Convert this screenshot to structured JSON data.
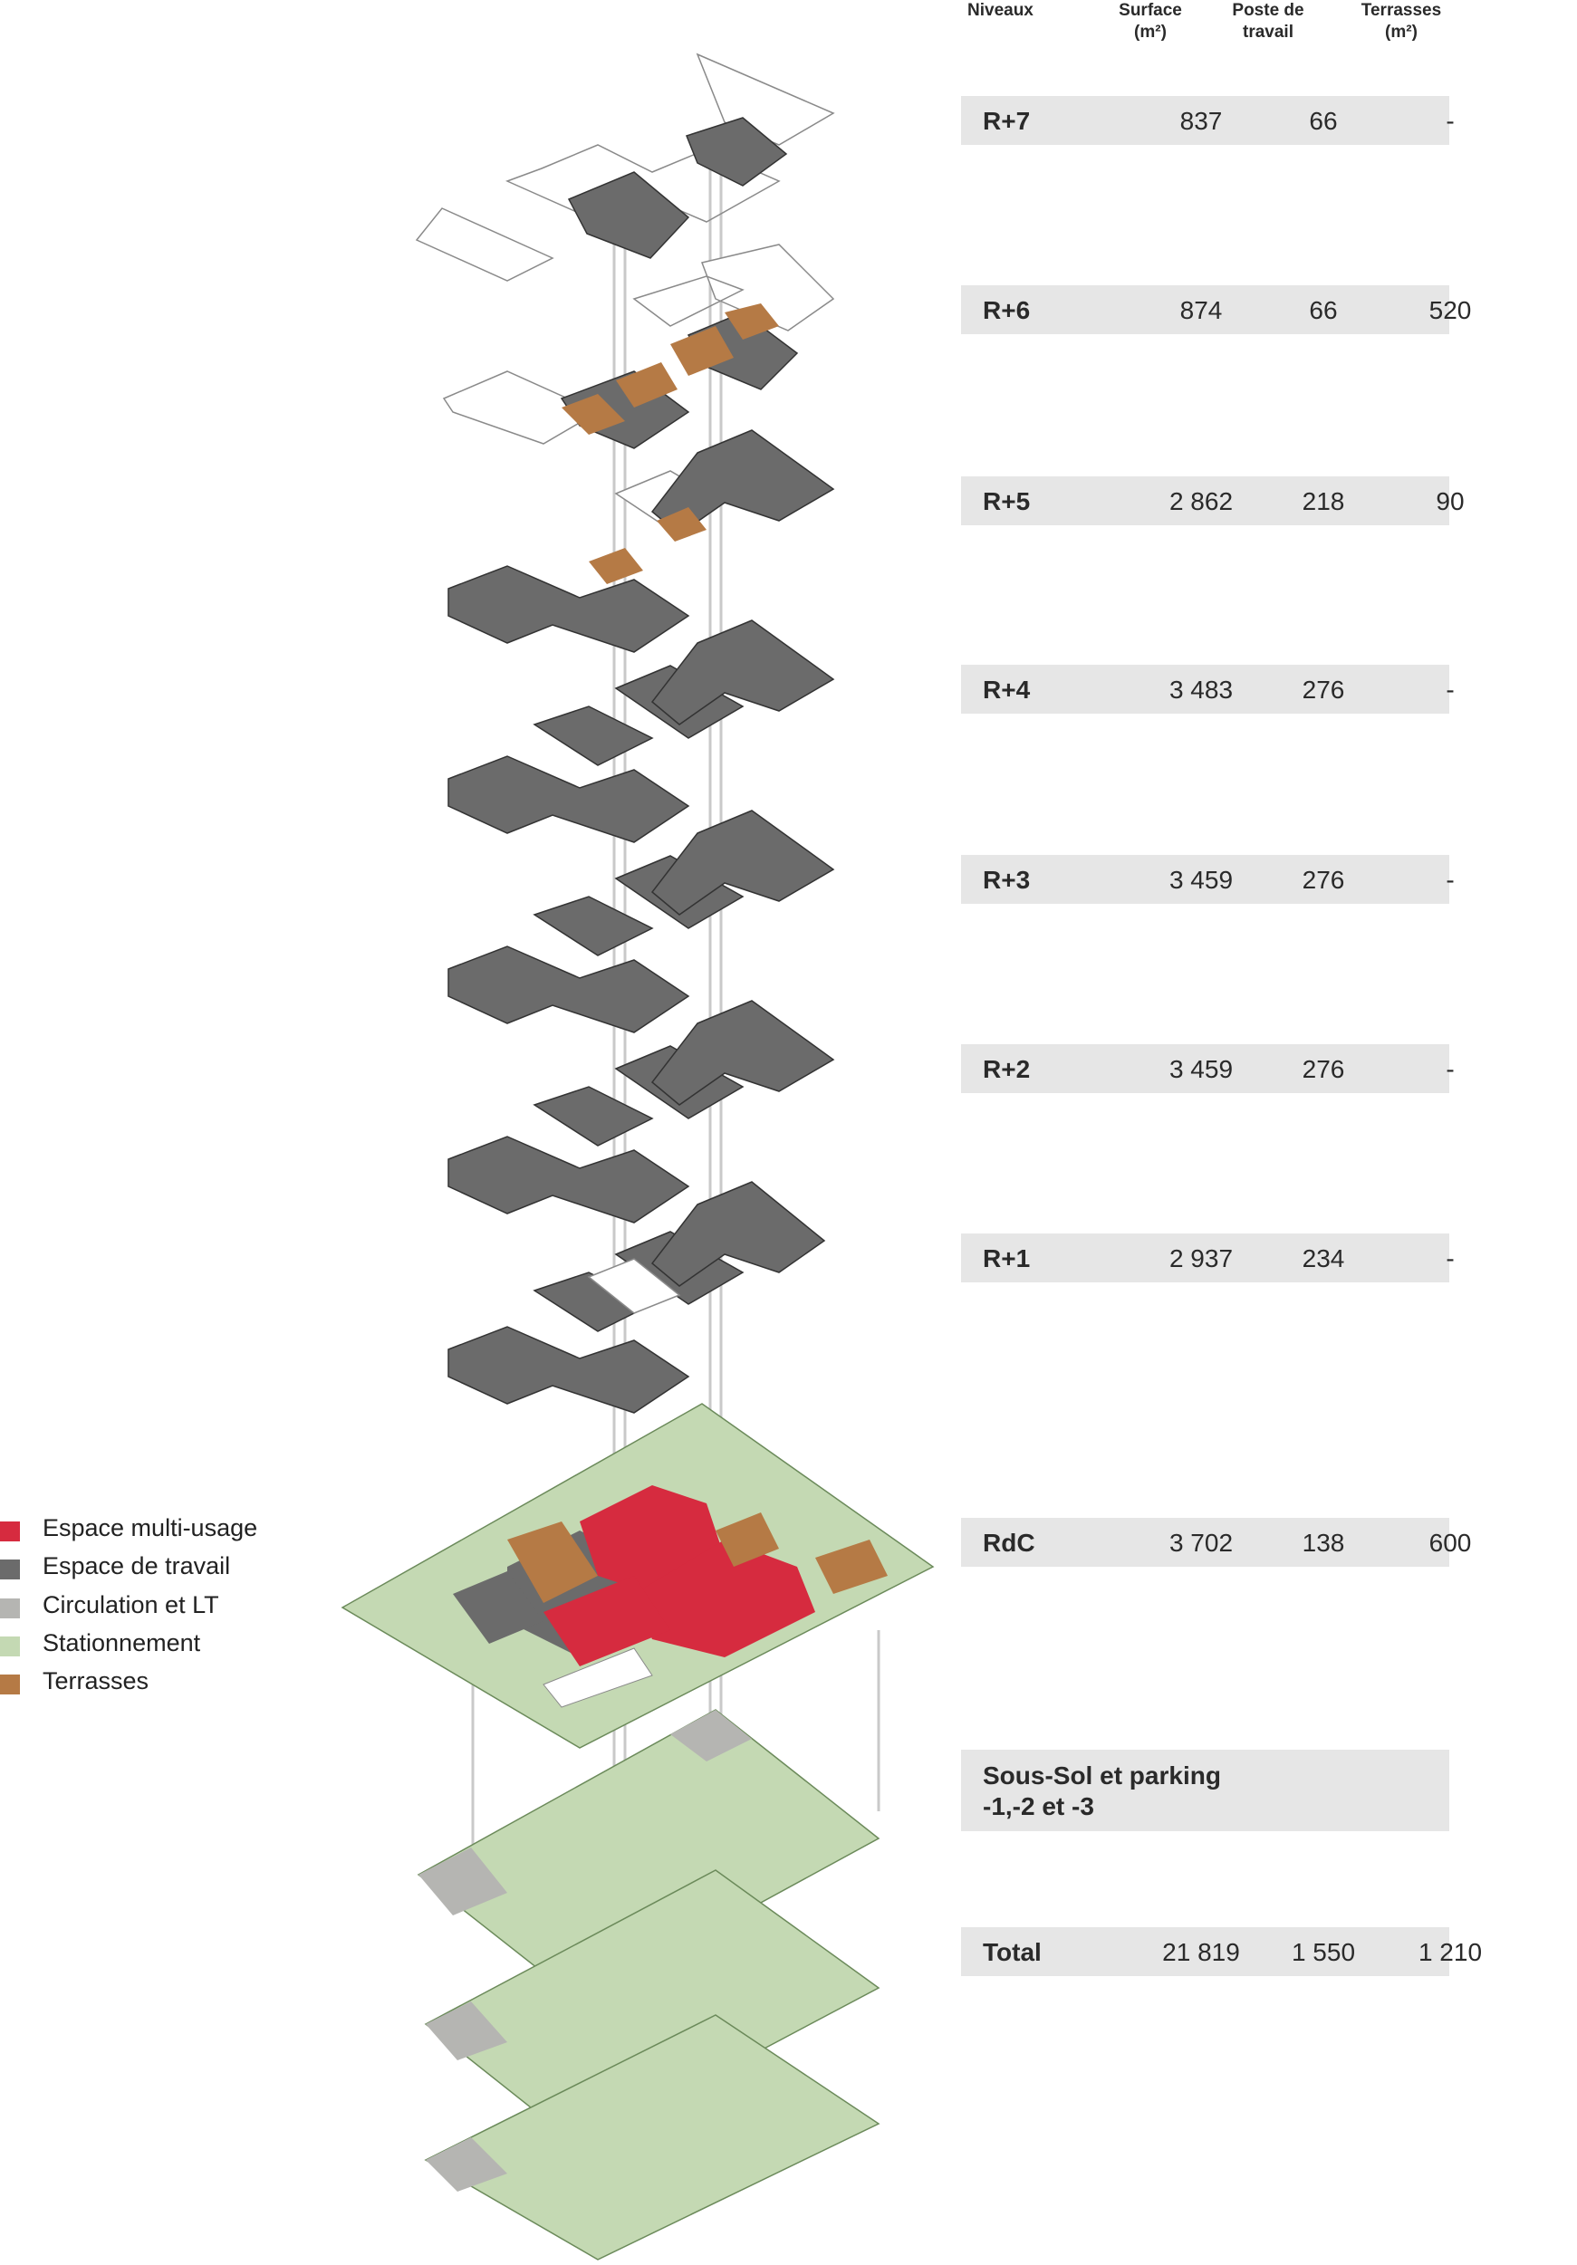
{
  "header": {
    "niveaux": "Niveaux",
    "surface": "Surface",
    "surface_unit": "(m²)",
    "poste_l1": "Poste de",
    "poste_l2": "travail",
    "terrasses": "Terrasses",
    "terrasses_unit": "(m²)"
  },
  "levels": [
    {
      "level": "R+7",
      "surface": "837",
      "postes": "66",
      "terrasses": "-"
    },
    {
      "level": "R+6",
      "surface": "874",
      "postes": "66",
      "terrasses": "520"
    },
    {
      "level": "R+5",
      "surface": "2 862",
      "postes": "218",
      "terrasses": "90"
    },
    {
      "level": "R+4",
      "surface": "3 483",
      "postes": "276",
      "terrasses": "-"
    },
    {
      "level": "R+3",
      "surface": "3 459",
      "postes": "276",
      "terrasses": "-"
    },
    {
      "level": "R+2",
      "surface": "3 459",
      "postes": "276",
      "terrasses": "-"
    },
    {
      "level": "R+1",
      "surface": "2 937",
      "postes": "234",
      "terrasses": "-"
    },
    {
      "level": "RdC",
      "surface": "3 702",
      "postes": "138",
      "terrasses": "600"
    }
  ],
  "sous_sol": {
    "level": "Sous-Sol et parking\n-1,-2 et -3"
  },
  "total": {
    "level": "Total",
    "surface": "21 819",
    "postes": "1 550",
    "terrasses": "1 210"
  },
  "legend": [
    {
      "label": "Espace multi-usage",
      "color": "#d62b3f"
    },
    {
      "label": "Espace de travail",
      "color": "#6b6b6b"
    },
    {
      "label": "Circulation et LT",
      "color": "#b5b5b2"
    },
    {
      "label": "Stationnement",
      "color": "#c4d9b3"
    },
    {
      "label": "Terrasses",
      "color": "#b57a45"
    }
  ],
  "colors": {
    "workspace": "#6b6b6b",
    "circulation": "#b5b5b2",
    "parking": "#c4d9b3",
    "terrace": "#b57a45",
    "multi": "#d62b3f",
    "row_bg": "#e6e6e6"
  }
}
